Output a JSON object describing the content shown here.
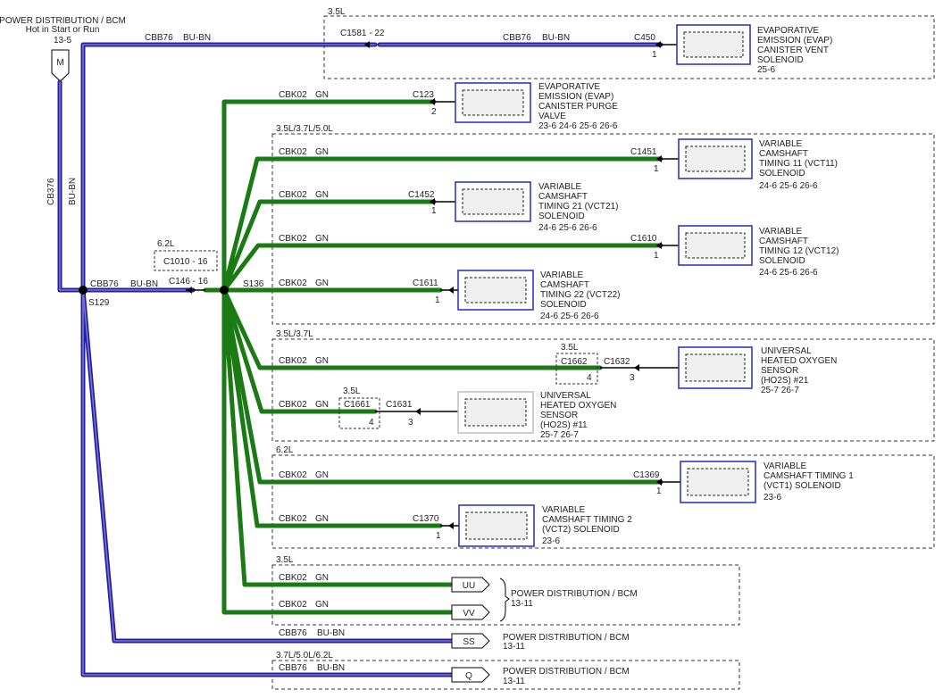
{
  "source_module": {
    "title": "POWER DISTRIBUTION / BCM",
    "subtitle": "Hot in Start or Run",
    "ref": "13-5",
    "pin": "M"
  },
  "wires": {
    "vertical_circuit": "CB376",
    "vertical_color": "BU-BN",
    "blue_circuit": "CBB76",
    "blue_color": "BU-BN",
    "green_circuit": "CBK02",
    "green_color": "GN"
  },
  "splices": {
    "main": "S129",
    "green": "S136"
  },
  "connectors": {
    "c146": "C146 - 16",
    "c1010": "C1010 - 16",
    "c1010_zone": "6.2L",
    "c1581": "C1581 - 22"
  },
  "zones": {
    "evap_vent": "3.5L",
    "vct_group": "3.5L/3.7L/5.0L",
    "ho2s_group": "3.5L/3.7L",
    "vct_62": "6.2L",
    "uu_vv": "3.5L",
    "q": "3.7L/5.0L/6.2L"
  },
  "components": [
    {
      "id": "evap_vent",
      "connector": "C450",
      "pin": "1",
      "lines": [
        "EVAPORATIVE",
        "EMISSION (EVAP)",
        "CANISTER VENT",
        "SOLENOID",
        "25-6"
      ]
    },
    {
      "id": "evap_purge",
      "connector": "C123",
      "pin": "2",
      "lines": [
        "EVAPORATIVE",
        "EMISSION (EVAP)",
        "CANISTER PURGE",
        "VALVE",
        "23-6     24-6     25-6     26-6"
      ]
    },
    {
      "id": "vct11",
      "connector": "C1451",
      "pin": "1",
      "lines": [
        "VARIABLE",
        "CAMSHAFT",
        "TIMING 11 (VCT11)",
        "SOLENOID",
        "24-6     25-6     26-6"
      ]
    },
    {
      "id": "vct21",
      "connector": "C1452",
      "pin": "1",
      "lines": [
        "VARIABLE",
        "CAMSHAFT",
        "TIMING 21 (VCT21)",
        "SOLENOID",
        "24-6     25-6     26-6"
      ]
    },
    {
      "id": "vct12",
      "connector": "C1610",
      "pin": "1",
      "lines": [
        "VARIABLE",
        "CAMSHAFT",
        "TIMING 12 (VCT12)",
        "SOLENOID",
        "24-6     25-6     26-6"
      ]
    },
    {
      "id": "vct22",
      "connector": "C1611",
      "pin": "1",
      "lines": [
        "VARIABLE",
        "CAMSHAFT",
        "TIMING 22 (VCT22)",
        "SOLENOID",
        "24-6     25-6     26-6"
      ]
    },
    {
      "id": "ho2s21",
      "connector": "C1632",
      "pin": "3",
      "lines": [
        "UNIVERSAL",
        "HEATED OXYGEN",
        "SENSOR",
        "(HO2S) #21",
        "25-7     26-7"
      ]
    },
    {
      "id": "ho2s11",
      "connector": "C1631",
      "pin": "3",
      "lines": [
        "UNIVERSAL",
        "HEATED OXYGEN",
        "SENSOR",
        "(HO2S) #11",
        "25-7     26-7"
      ]
    },
    {
      "id": "vct1",
      "connector": "C1369",
      "pin": "1",
      "lines": [
        "VARIABLE",
        "CAMSHAFT TIMING 1",
        "(VCT1) SOLENOID",
        "23-6"
      ]
    },
    {
      "id": "vct2",
      "connector": "C1370",
      "pin": "1",
      "lines": [
        "VARIABLE",
        "CAMSHAFT TIMING 2",
        "(VCT2) SOLENOID",
        "23-6"
      ]
    }
  ],
  "inline_connectors": {
    "c1662": {
      "label": "C1662",
      "pin": "4",
      "zone": "3.5L"
    },
    "c1661": {
      "label": "C1661",
      "pin": "4",
      "zone": "3.5L"
    }
  },
  "terminals": [
    {
      "id": "uu",
      "label": "UU"
    },
    {
      "id": "vv",
      "label": "VV"
    },
    {
      "id": "ss",
      "label": "SS"
    },
    {
      "id": "q",
      "label": "Q"
    }
  ],
  "terminal_targets": {
    "uu_vv": {
      "title": "POWER DISTRIBUTION / BCM",
      "ref": "13-11"
    },
    "ss": {
      "title": "POWER DISTRIBUTION / BCM",
      "ref": "13-11"
    },
    "q": {
      "title": "POWER DISTRIBUTION / BCM",
      "ref": "13-11"
    }
  },
  "colors": {
    "green_wire": "#1a7a14",
    "blue_wire": "#23209e",
    "component_border": "#2328c8"
  }
}
